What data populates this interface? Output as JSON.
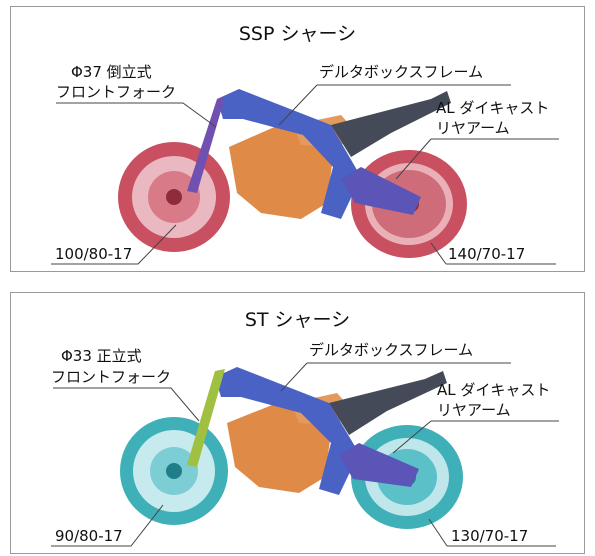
{
  "panels": [
    {
      "title": "SSP シャーシ",
      "fork": "Φ37 倒立式",
      "fork_line2": "フロントフォーク",
      "frame": "デルタボックスフレーム",
      "swingarm": "AL ダイキャスト",
      "swingarm_line2": "リヤアーム",
      "front_tire": "100/80-17",
      "rear_tire": "140/70-17",
      "colors": {
        "wheel": "#c85060",
        "wheel_dark": "#8e2c3a",
        "frame": "#4a62c4",
        "engine": "#e08a48",
        "fork": "#7050b0"
      }
    },
    {
      "title": "ST シャーシ",
      "fork": "Φ33 正立式",
      "fork_line2": "フロントフォーク",
      "frame": "デルタボックスフレーム",
      "swingarm": "AL ダイキャスト",
      "swingarm_line2": "リヤアーム",
      "front_tire": "90/80-17",
      "rear_tire": "130/70-17",
      "colors": {
        "wheel": "#3fb0b8",
        "wheel_dark": "#1f7e88",
        "frame": "#4a62c4",
        "engine": "#e08a48",
        "fork": "#9fc040"
      }
    }
  ]
}
